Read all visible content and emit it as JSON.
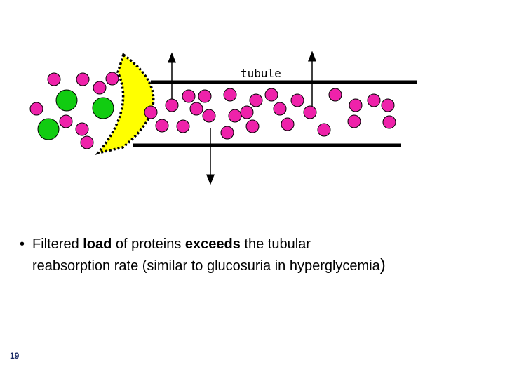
{
  "slide": {
    "number": "19"
  },
  "diagram": {
    "tubule_label": "tubule",
    "colors": {
      "protein": "#ee22aa",
      "glucose": "#11cc11",
      "glomerulus": "#ffff00",
      "outline": "#000000",
      "background": "#ffffff"
    },
    "particles": {
      "outside_proteins": 8,
      "outside_glucose": 3,
      "tubule_proteins": 26
    },
    "arrows": [
      {
        "name": "reabsorption-arrow-1",
        "direction": "up"
      },
      {
        "name": "reabsorption-arrow-2",
        "direction": "up"
      },
      {
        "name": "excretion-arrow",
        "direction": "down"
      }
    ]
  },
  "caption": {
    "bullet": "•",
    "line1_part1": "Filtered ",
    "line1_bold1": "load",
    "line1_part2": " of proteins ",
    "line1_bold2": "exceeds",
    "line1_part3": " the tubular",
    "line2_text": "reabsorption rate (similar to glucosuria in hyperglycemia",
    "line2_close": ")"
  }
}
